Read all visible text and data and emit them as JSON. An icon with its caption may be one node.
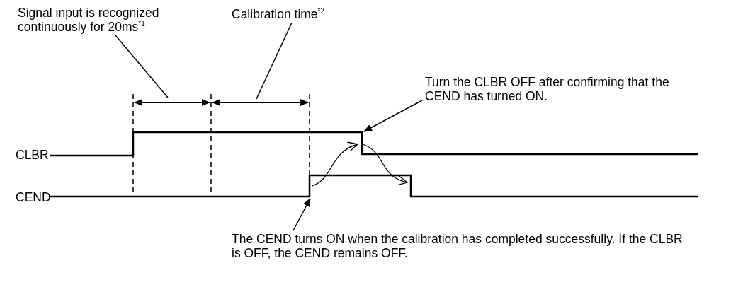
{
  "diagram": {
    "nodes": [
      {
        "text": [
          "Signal input is recognized continuously for 20ms$^{*1}$"
        ]
      },
      {
        "text": [
          "Calibration time$^{*2}$"
        ]
      },
      {
        "text": [
          "Turn the CLBR OFF after confirming that the CEND has turned ON."
        ]
      },
      {
        "text": [
          "The CEND turns ON when the calibration has completed successfully. If the CLBR is OFF, the CEND remains OFF."
        ]
      }
    ],
    "edges": [
      {
        "from": 0,
        "to": null,
        "arrow": "none"
      },
      {
        "from": 1,
        "to": null,
        "arrow": "none"
      },
      {
        "from": 2,
        "to": null,
        "arrow": "to"
      },
      {
        "from": 3,
        "to": null,
        "arrow": "to"
      }
    ],
    "labels": [
      "CLBR",
      "CEND"
    ]
  }
}
